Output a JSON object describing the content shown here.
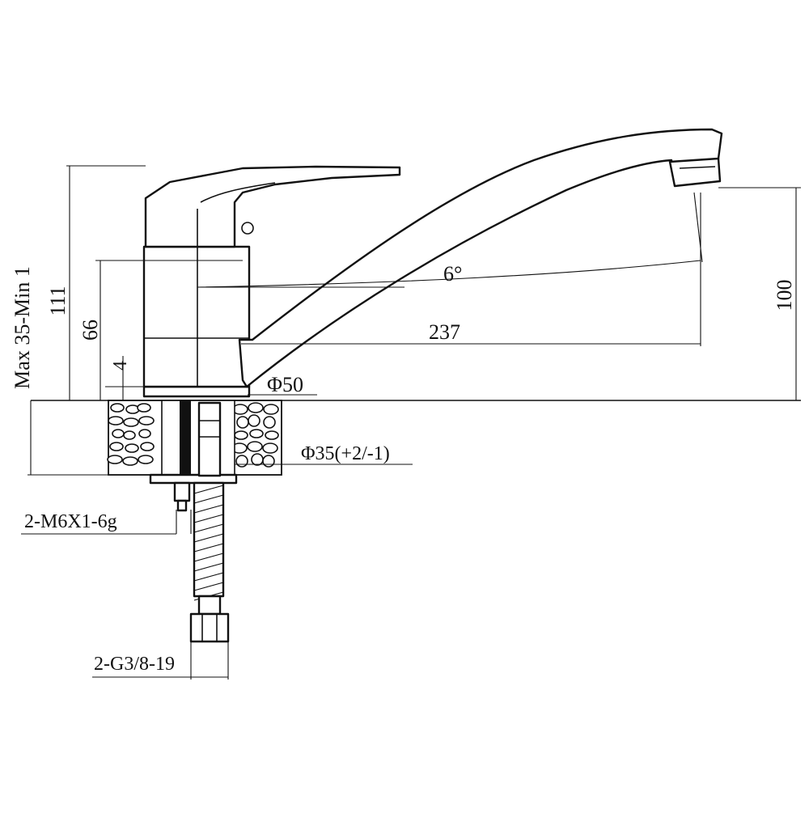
{
  "drawing": {
    "dimensions": {
      "total_height": "111",
      "handle_height": "66",
      "base_thickness": "4",
      "spout_outlet_height": "100",
      "spout_reach": "237",
      "spout_angle": "6°",
      "base_diameter": "Φ50",
      "hole_diameter": "Φ35(+2/-1)",
      "countertop_thickness": "Max 35-Min 1",
      "stud_thread": "2-M6X1-6g",
      "hose_thread": "2-G3/8-19"
    }
  }
}
